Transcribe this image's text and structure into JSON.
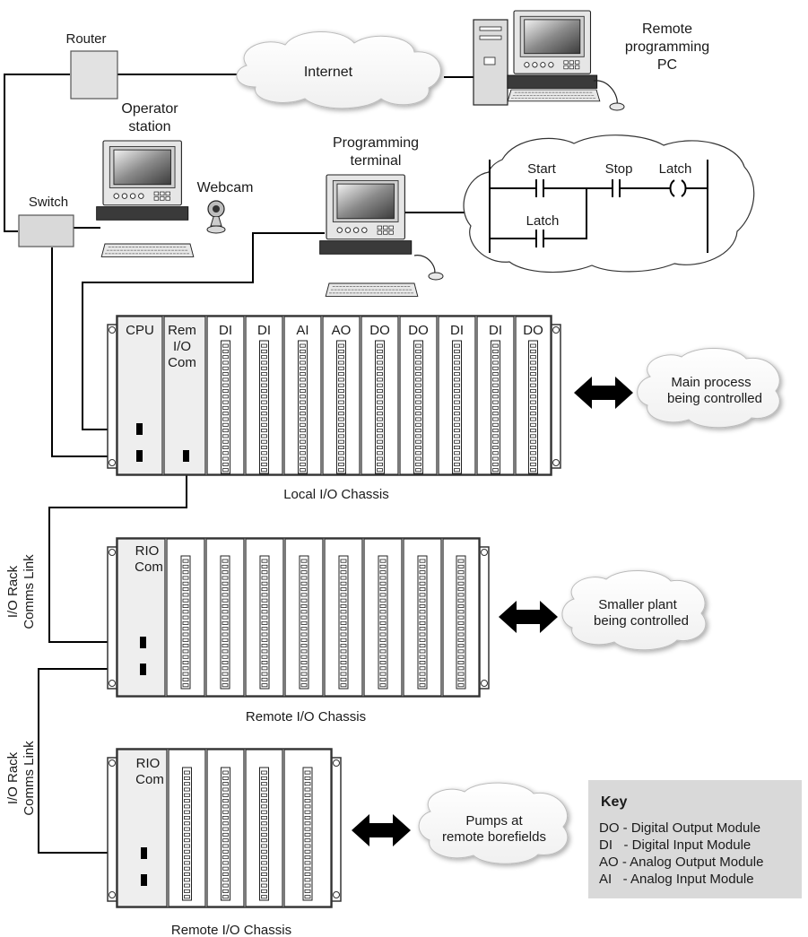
{
  "network": {
    "router_label": "Router",
    "internet_label": "Internet",
    "remote_pc_label": [
      "Remote",
      "programming",
      "PC"
    ],
    "switch_label": "Switch",
    "operator_label": [
      "Operator",
      "station"
    ],
    "webcam_label": "Webcam",
    "programming_label": [
      "Programming",
      "terminal"
    ]
  },
  "ladder": {
    "rung1": [
      "Start",
      "Stop",
      "Latch"
    ],
    "rung2": "Latch"
  },
  "local_chassis": {
    "caption": "Local I/O Chassis",
    "modules": [
      "CPU",
      "Rem\nI/O\nCom",
      "DI",
      "DI",
      "AI",
      "AO",
      "DO",
      "DO",
      "DI",
      "DI",
      "DO"
    ],
    "process_label": [
      "Main process",
      "being controlled"
    ]
  },
  "remote_chassis_1": {
    "caption": "Remote I/O Chassis",
    "comm_label": [
      "RIO",
      "Com"
    ],
    "link_label": [
      "I/O Rack",
      "Comms Link"
    ],
    "process_label": [
      "Smaller plant",
      "being controlled"
    ]
  },
  "remote_chassis_2": {
    "caption": "Remote I/O Chassis",
    "comm_label": [
      "RIO",
      "Com"
    ],
    "link_label": [
      "I/O Rack",
      "Comms Link"
    ],
    "process_label": [
      "Pumps at",
      "remote borefields"
    ]
  },
  "key": {
    "title": "Key",
    "items": [
      "DO - Digital Output Module",
      "DI   - Digital Input Module",
      "AO - Analog Output Module",
      "AI   - Analog Input Module"
    ]
  }
}
